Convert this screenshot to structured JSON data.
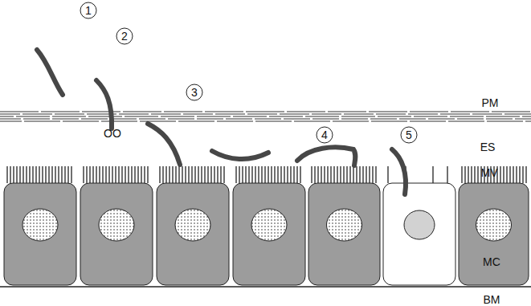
{
  "diagram": {
    "labels": [
      "1",
      "2",
      "3",
      "4",
      "5",
      "PM",
      "OO",
      "ES",
      "MV",
      "MC",
      "BM"
    ]
  }
}
